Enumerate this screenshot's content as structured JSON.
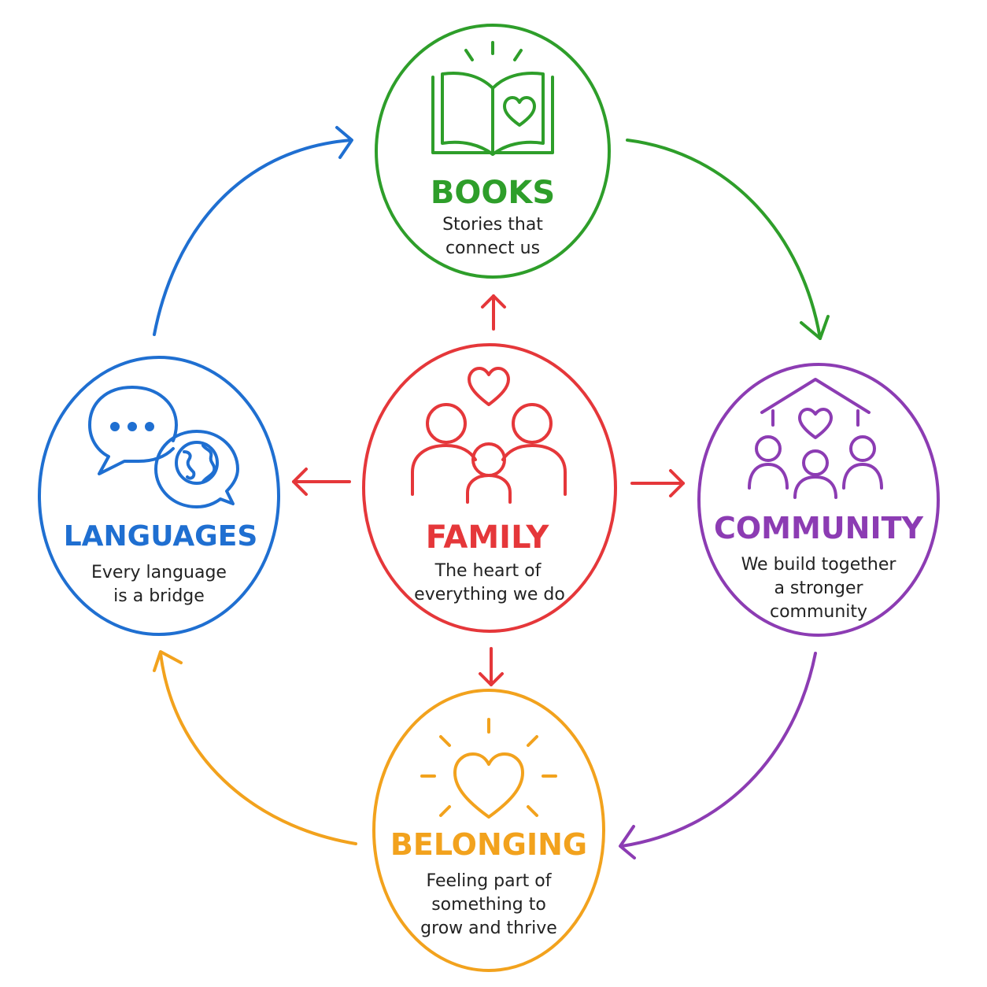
{
  "colors": {
    "books": "#2e9e2a",
    "community": "#8c3cb3",
    "belonging": "#f2a21d",
    "languages": "#1f6fd1",
    "family": "#e5373a",
    "text": "#222222"
  },
  "nodes": {
    "books": {
      "icon": "open-book-heart-icon",
      "title": "BOOKS",
      "lines": [
        "Stories that",
        "connect us"
      ]
    },
    "community": {
      "icon": "house-people-heart-icon",
      "title": "COMMUNITY",
      "lines": [
        "We build together",
        "a stronger",
        "community"
      ]
    },
    "belonging": {
      "icon": "radiant-heart-icon",
      "title": "BELONGING",
      "lines": [
        "Feeling part of",
        "something to",
        "grow and thrive"
      ]
    },
    "languages": {
      "icon": "speech-bubbles-globe-icon",
      "title": "LANGUAGES",
      "lines": [
        "Every language",
        "is a bridge"
      ]
    },
    "family": {
      "icon": "family-heart-icon",
      "title": "FAMILY",
      "lines": [
        "The heart of",
        "everything we do"
      ]
    }
  }
}
